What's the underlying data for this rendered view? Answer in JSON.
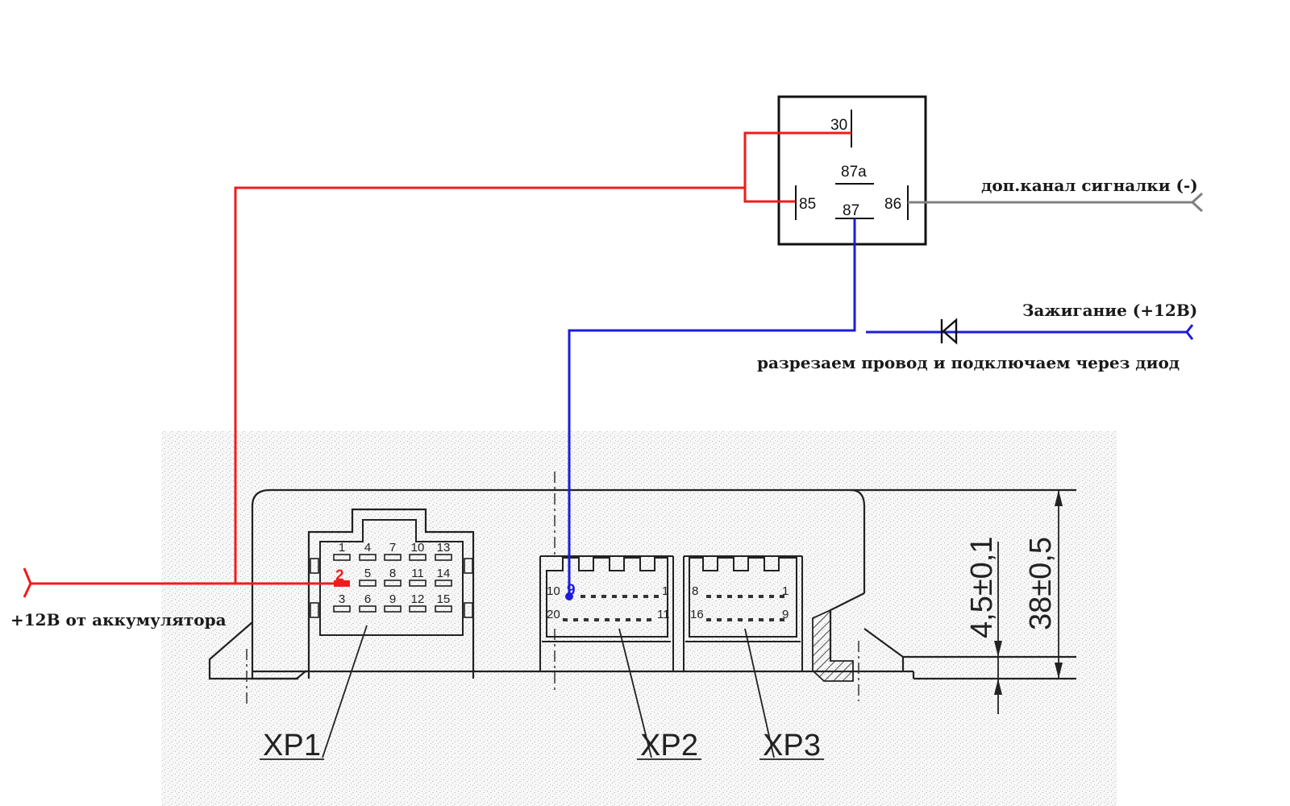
{
  "relay": {
    "pin_30": "30",
    "pin_87a": "87a",
    "pin_85": "85",
    "pin_87": "87",
    "pin_86": "86"
  },
  "labels": {
    "alarm_channel": "доп.канал сигналки (-)",
    "ignition": "Зажигание (+12В)",
    "cut_wire_note": "разрезаем провод и подключаем через диод",
    "battery": "+12В от аккумулятора"
  },
  "connector_xp1": {
    "pins": [
      "1",
      "4",
      "7",
      "10",
      "13",
      "2",
      "5",
      "8",
      "11",
      "14",
      "3",
      "6",
      "9",
      "12",
      "15"
    ],
    "highlight_pin": "2"
  },
  "connector_xp2": {
    "top_left": "10",
    "top_right": "1",
    "bottom_left": "20",
    "bottom_right": "11",
    "highlight_pin": "9"
  },
  "connector_xp3": {
    "top_left": "8",
    "top_right": "1",
    "bottom_left": "16",
    "bottom_right": "9"
  },
  "callouts": [
    "XP1",
    "XP2",
    "XP3"
  ],
  "dimensions": {
    "small": "4,5±0,1",
    "large": "38±0,5"
  },
  "colors": {
    "power_wire": "#ee1c1c",
    "signal_wire": "#1c1cdc",
    "ground_wire": "#808080",
    "line": "#111111"
  }
}
